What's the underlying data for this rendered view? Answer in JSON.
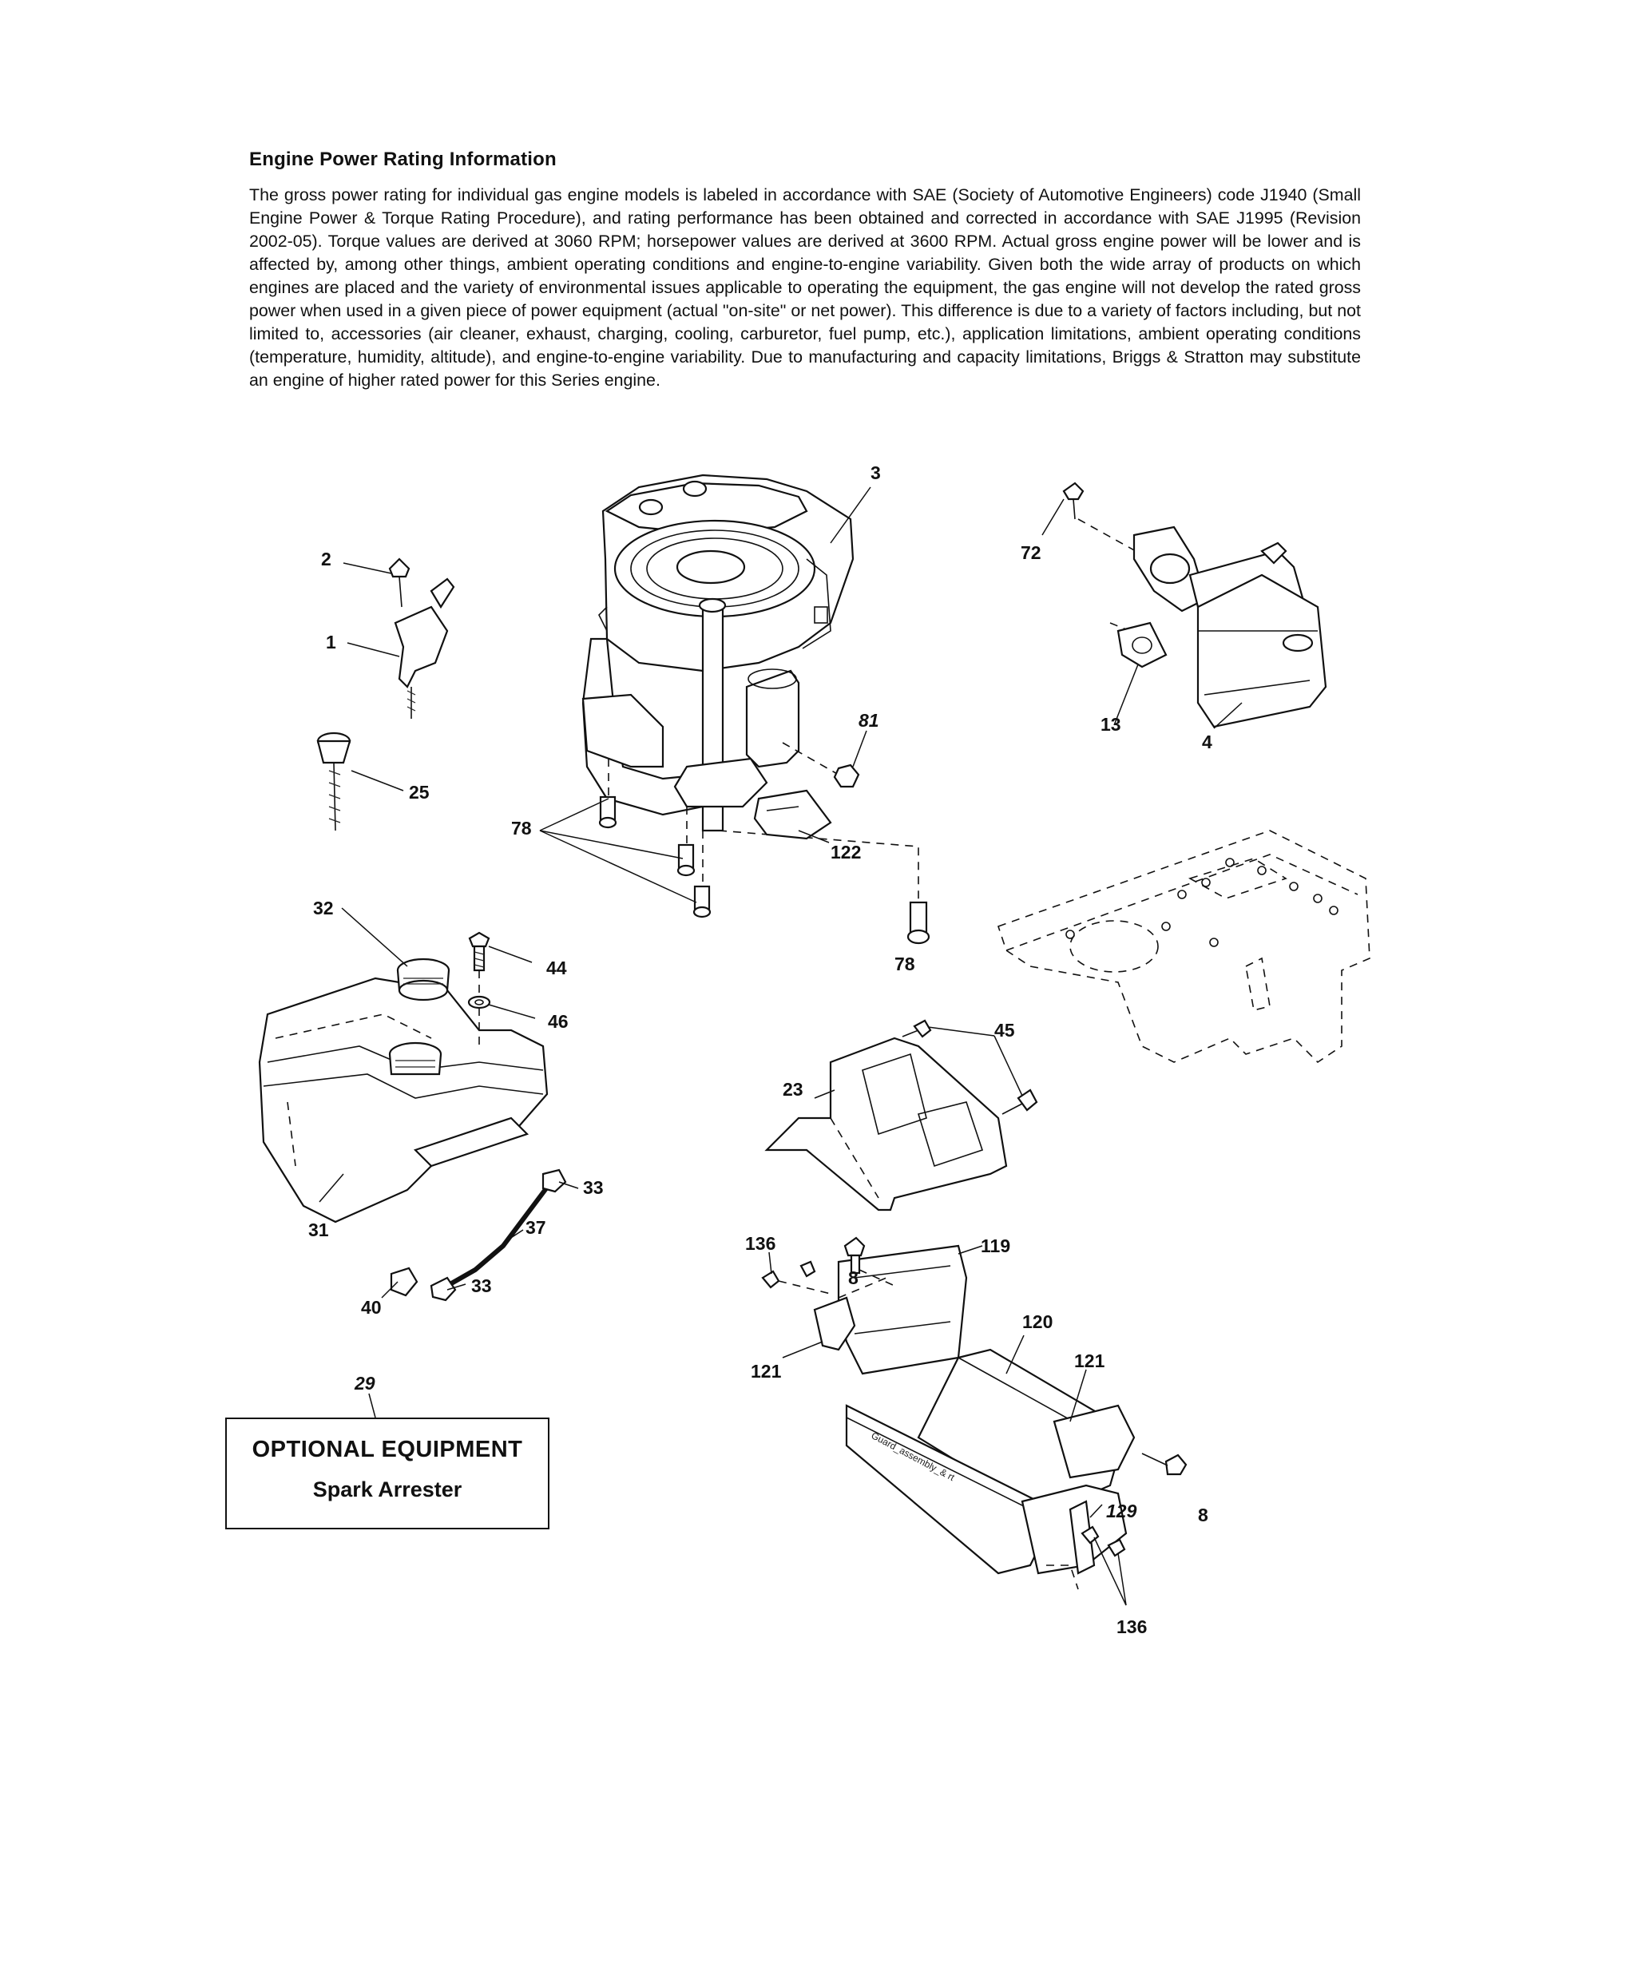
{
  "header": {
    "title": "Engine Power Rating Information",
    "body": "The gross power rating for individual gas engine models is labeled in accordance with SAE (Society of Automotive Engineers) code J1940 (Small Engine Power & Torque Rating Procedure), and rating performance has been obtained and corrected in accordance with SAE J1995 (Revision 2002-05). Torque values are derived at 3060 RPM; horsepower values are derived at 3600 RPM. Actual gross engine power will be lower and is affected by, among other things, ambient operating conditions and engine-to-engine variability. Given both the wide array of products on which engines are placed and the variety of environmental issues applicable to operating the equipment, the gas engine will not develop the rated gross power when used in a given piece of power equipment (actual \"on-site\" or net power). This difference is due to a variety of factors including, but not limited to, accessories (air cleaner, exhaust, charging, cooling, carburetor, fuel pump, etc.), application limitations, ambient operating conditions (temperature, humidity, altitude), and engine-to-engine variability. Due to manufacturing and capacity limitations, Briggs & Stratton may substitute an engine of higher rated power for this Series engine."
  },
  "callouts": {
    "c1": "1",
    "c2": "2",
    "c3": "3",
    "c4": "4",
    "c8a": "8",
    "c8b": "8",
    "c13": "13",
    "c23": "23",
    "c25": "25",
    "c29": "29",
    "c31": "31",
    "c32": "32",
    "c33a": "33",
    "c33b": "33",
    "c37": "37",
    "c40": "40",
    "c44": "44",
    "c45": "45",
    "c46": "46",
    "c72": "72",
    "c78a": "78",
    "c78b": "78",
    "c81": "81",
    "c119": "119",
    "c120": "120",
    "c121a": "121",
    "c121b": "121",
    "c122": "122",
    "c129": "129",
    "c136a": "136",
    "c136b": "136"
  },
  "optional_box": {
    "title": "OPTIONAL EQUIPMENT",
    "item": "Spark Arrester"
  },
  "guard_label": "Guard_assembly_& rt"
}
